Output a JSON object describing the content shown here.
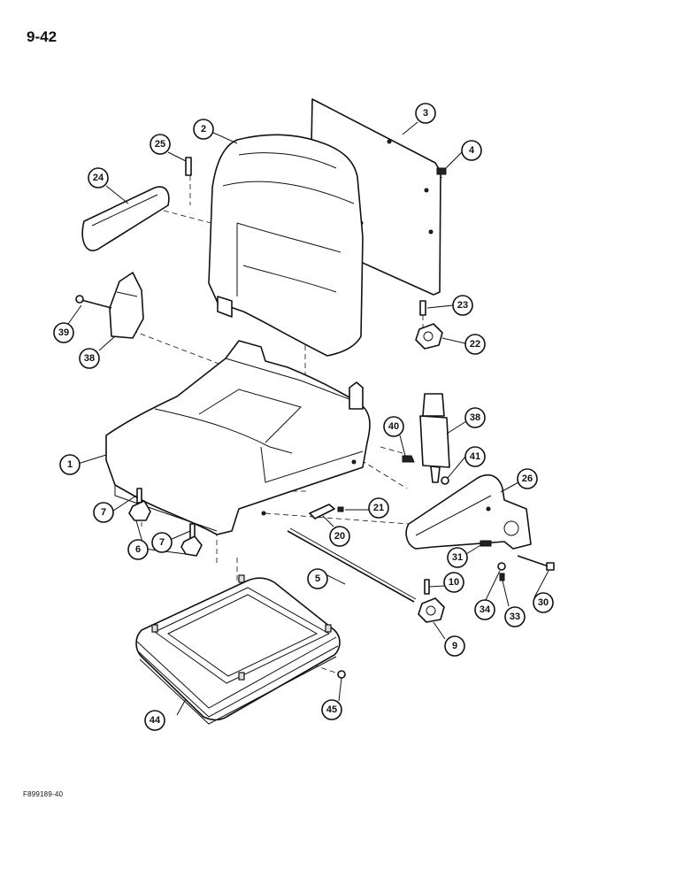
{
  "page": {
    "number": "9-42",
    "figure_code": "F899189-40"
  },
  "callouts": {
    "c1": "1",
    "c2": "2",
    "c3": "3",
    "c4": "4",
    "c5": "5",
    "c6": "6",
    "c7a": "7",
    "c7b": "7",
    "c9": "9",
    "c10": "10",
    "c20": "20",
    "c21": "21",
    "c22": "22",
    "c23": "23",
    "c24": "24",
    "c25": "25",
    "c26": "26",
    "c30": "30",
    "c31": "31",
    "c33": "33",
    "c34": "34",
    "c38a": "38",
    "c38b": "38",
    "c39": "39",
    "c40": "40",
    "c41": "41",
    "c44": "44",
    "c45": "45"
  }
}
